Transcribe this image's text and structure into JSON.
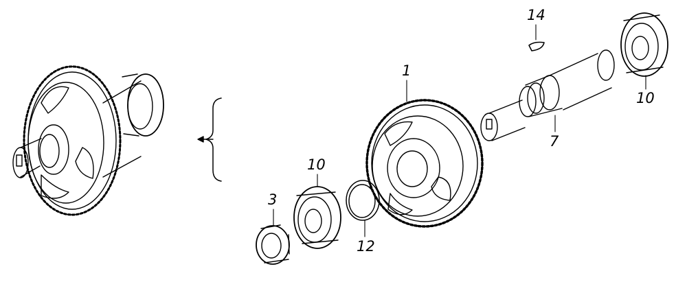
{
  "callouts": {
    "part_14": "14",
    "part_1": "1",
    "part_10_shaft_end": "10",
    "part_7": "7",
    "part_10_front": "10",
    "part_3": "3",
    "part_12": "12"
  },
  "colors": {
    "ink": "#000000",
    "background": "#ffffff"
  }
}
